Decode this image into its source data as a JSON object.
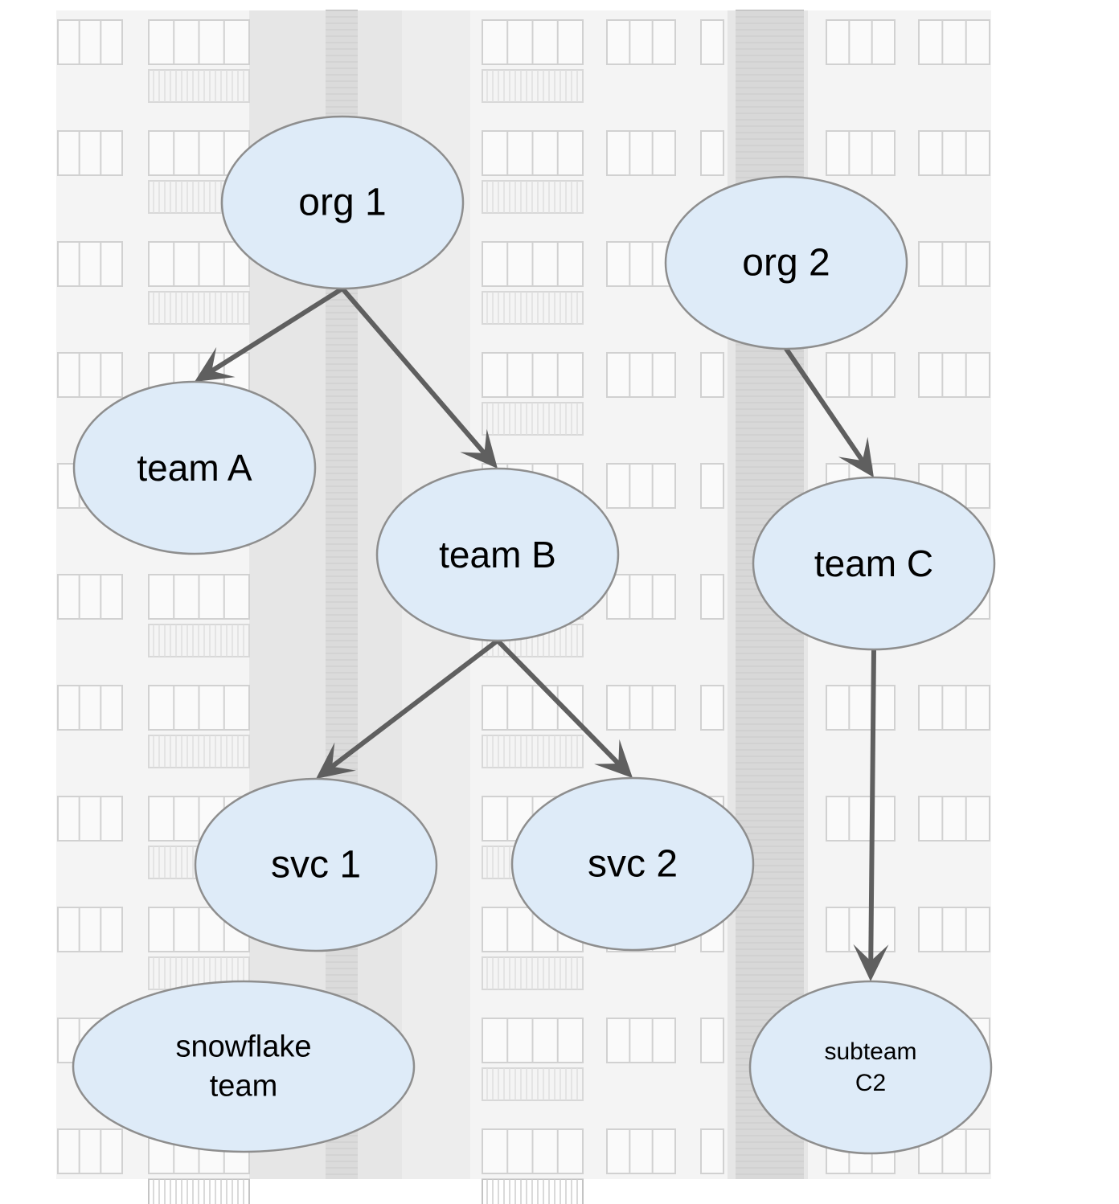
{
  "colors": {
    "node_fill": "#deebf8",
    "node_stroke": "#8e8e8e",
    "edge": "#5f5f5f",
    "wall": "#eeeeee",
    "window_frame": "#b9b9b9",
    "column": "#8a8a8a"
  },
  "nodes": [
    {
      "id": "org1",
      "label_lines": [
        "org 1"
      ]
    },
    {
      "id": "org2",
      "label_lines": [
        "org 2"
      ]
    },
    {
      "id": "teamA",
      "label_lines": [
        "team A"
      ]
    },
    {
      "id": "teamB",
      "label_lines": [
        "team B"
      ]
    },
    {
      "id": "teamC",
      "label_lines": [
        "team C"
      ]
    },
    {
      "id": "svc1",
      "label_lines": [
        "svc 1"
      ]
    },
    {
      "id": "svc2",
      "label_lines": [
        "svc 2"
      ]
    },
    {
      "id": "snowflake",
      "label_lines": [
        "snowflake",
        "team"
      ]
    },
    {
      "id": "subteamC2",
      "label_lines": [
        "subteam",
        "C2"
      ]
    }
  ],
  "edges": [
    {
      "from": "org1",
      "to": "teamA"
    },
    {
      "from": "org1",
      "to": "teamB"
    },
    {
      "from": "teamB",
      "to": "svc1"
    },
    {
      "from": "teamB",
      "to": "svc2"
    },
    {
      "from": "org2",
      "to": "teamC"
    },
    {
      "from": "teamC",
      "to": "subteamC2"
    }
  ]
}
